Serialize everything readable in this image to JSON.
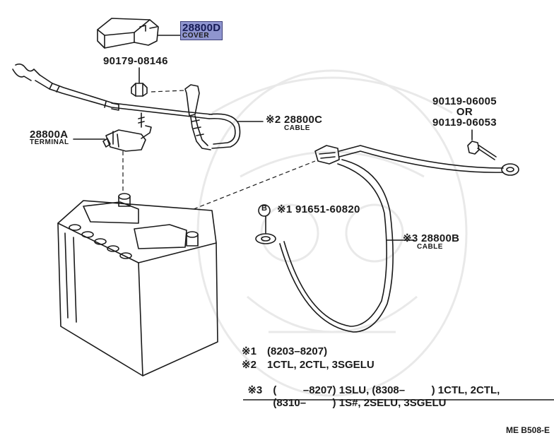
{
  "parts": {
    "cover": {
      "number": "28800D",
      "caption": "COVER",
      "highlight": "#8f95cf"
    },
    "nut": {
      "number": "90179-08146"
    },
    "terminal": {
      "number": "28800A",
      "caption": "TERMINAL"
    },
    "cable_c": {
      "mark": "※2",
      "number": "28800C",
      "caption": "CABLE"
    },
    "bolt": {
      "line1": "90119-06005",
      "line2": "OR",
      "line3": "90119-06053"
    },
    "clip": {
      "badge": "B",
      "mark": "※1",
      "number": "91651-60820"
    },
    "cable_b": {
      "mark": "※3",
      "number": "28800B",
      "caption": "CABLE"
    }
  },
  "notes": [
    {
      "mark": "※1",
      "text": "(8203–8207)"
    },
    {
      "mark": "※2",
      "text": "1CTL, 2CTL, 3SGELU"
    },
    {
      "mark": "※3",
      "text": "(         –8207) 1SLU, (8308–         ) 1CTL, 2CTL,"
    },
    {
      "mark": "",
      "text": "(8310–         ) 1S#, 2SELU, 3SGELU"
    }
  ],
  "diagram_code": "ME B508-E"
}
